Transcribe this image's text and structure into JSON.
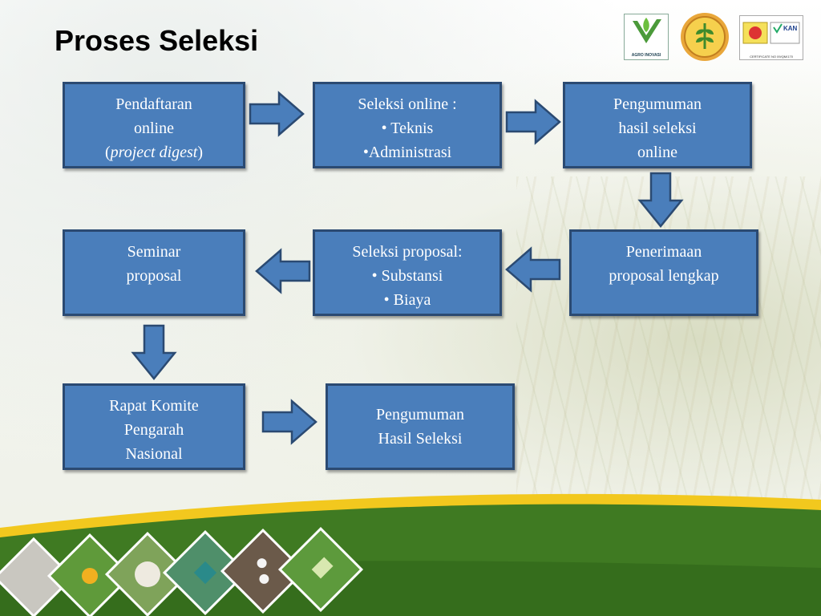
{
  "title": "Proses  Seleksi",
  "logos": {
    "agro_label": "AGRO INOVASI",
    "kan_label": "KAN",
    "cert_label": "CERTIFICATE NO 09/QM/170"
  },
  "boxes": {
    "pendaftaran": {
      "l1": "Pendaftaran",
      "l2": "online",
      "l3_open": "(",
      "l3_italic": "project digest",
      "l3_close": ")"
    },
    "seleksi_online": {
      "l1": "Seleksi online :",
      "l2": "• Teknis",
      "l3": "•Administrasi"
    },
    "pengumuman_online": {
      "l1": "Pengumuman",
      "l2": "hasil seleksi",
      "l3": "online"
    },
    "penerimaan": {
      "l1": "Penerimaan",
      "l2": "proposal lengkap"
    },
    "seleksi_proposal": {
      "l1": "Seleksi proposal:",
      "l2": "• Substansi",
      "l3": "• Biaya"
    },
    "seminar": {
      "l1": "Seminar",
      "l2": "proposal"
    },
    "rapat": {
      "l1": "Rapat Komite",
      "l2": "Pengarah",
      "l3": "Nasional"
    },
    "pengumuman_hasil": {
      "l1": "Pengumuman",
      "l2": "Hasil Seleksi"
    }
  },
  "colors": {
    "box_fill": "#4a7ebb",
    "box_border": "#2b4a72",
    "band_yellow": "#f2c81e",
    "band_green": "#3f7a22"
  }
}
